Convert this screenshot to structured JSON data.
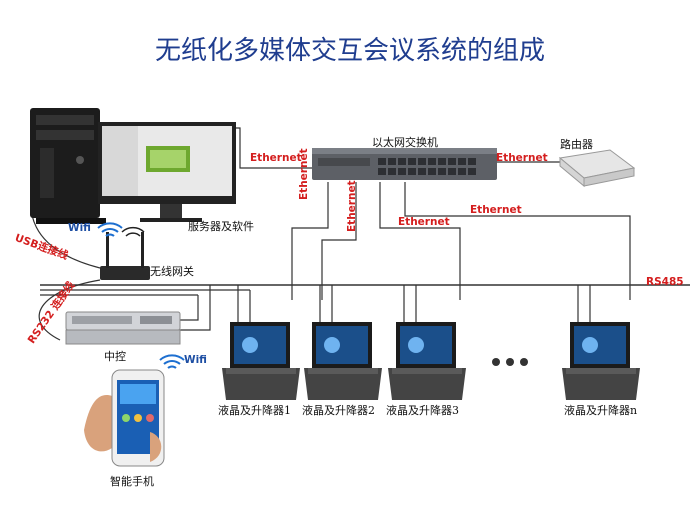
{
  "title": "无纸化多媒体交互会议系统的组成",
  "labels": {
    "server": "服务器及软件",
    "switch": "以太网交换机",
    "router": "路由器",
    "gateway": "无线网关",
    "controller": "中控",
    "phone": "智能手机",
    "lift1": "液晶及升降器1",
    "lift2": "液晶及升降器2",
    "lift3": "液晶及升降器3",
    "liftn": "液晶及升降器n"
  },
  "links": {
    "ethernet_server": "Ethernet",
    "ethernet_router": "Ethernet",
    "ethernet_v1": "Ethernet",
    "ethernet_v2": "Ethernet",
    "ethernet_h1": "Ethernet",
    "ethernet_h2": "Ethernet",
    "usb": "USB连接线",
    "rs232": "RS232 连接线",
    "wifi_top": "Wifi",
    "wifi_bottom": "Wifi",
    "rs485": "RS485"
  },
  "colors": {
    "title": "#1f3d8f",
    "link_red": "#d41e1e",
    "wire_blue": "#1d4ea3"
  }
}
